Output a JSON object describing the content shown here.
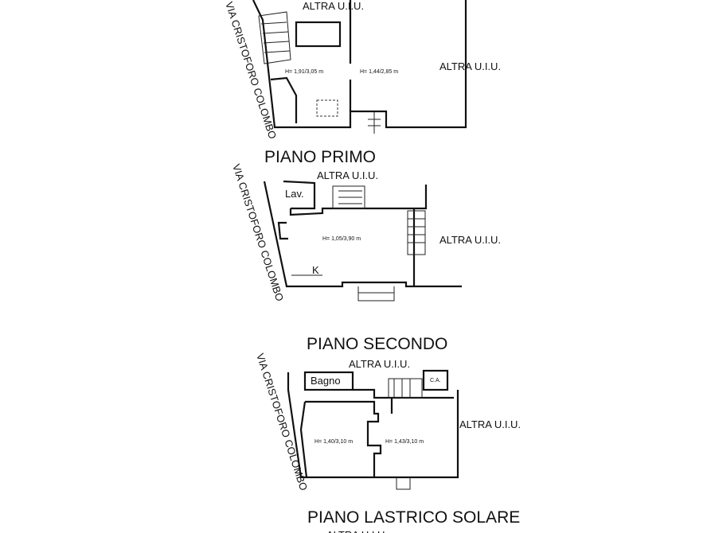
{
  "street_label": "VIA CRISTOFORO COLOMBO",
  "adjacent_label": "ALTRA U.I.U.",
  "floors": [
    {
      "title": "",
      "heights": [
        "H= 1,91/3,05 m",
        "H= 1,44/2,85 m"
      ],
      "rooms": []
    },
    {
      "title": "PIANO PRIMO",
      "heights": [
        "H= 1,05/3,90 m"
      ],
      "rooms": [
        "Lav.",
        "K"
      ]
    },
    {
      "title": "PIANO SECONDO",
      "heights": [
        "H= 1,40/3,10 m",
        "H= 1,43/3,10 m"
      ],
      "rooms": [
        "Bagno",
        "C.A."
      ]
    },
    {
      "title": "PIANO LASTRICO SOLARE",
      "heights": [],
      "rooms": []
    }
  ]
}
